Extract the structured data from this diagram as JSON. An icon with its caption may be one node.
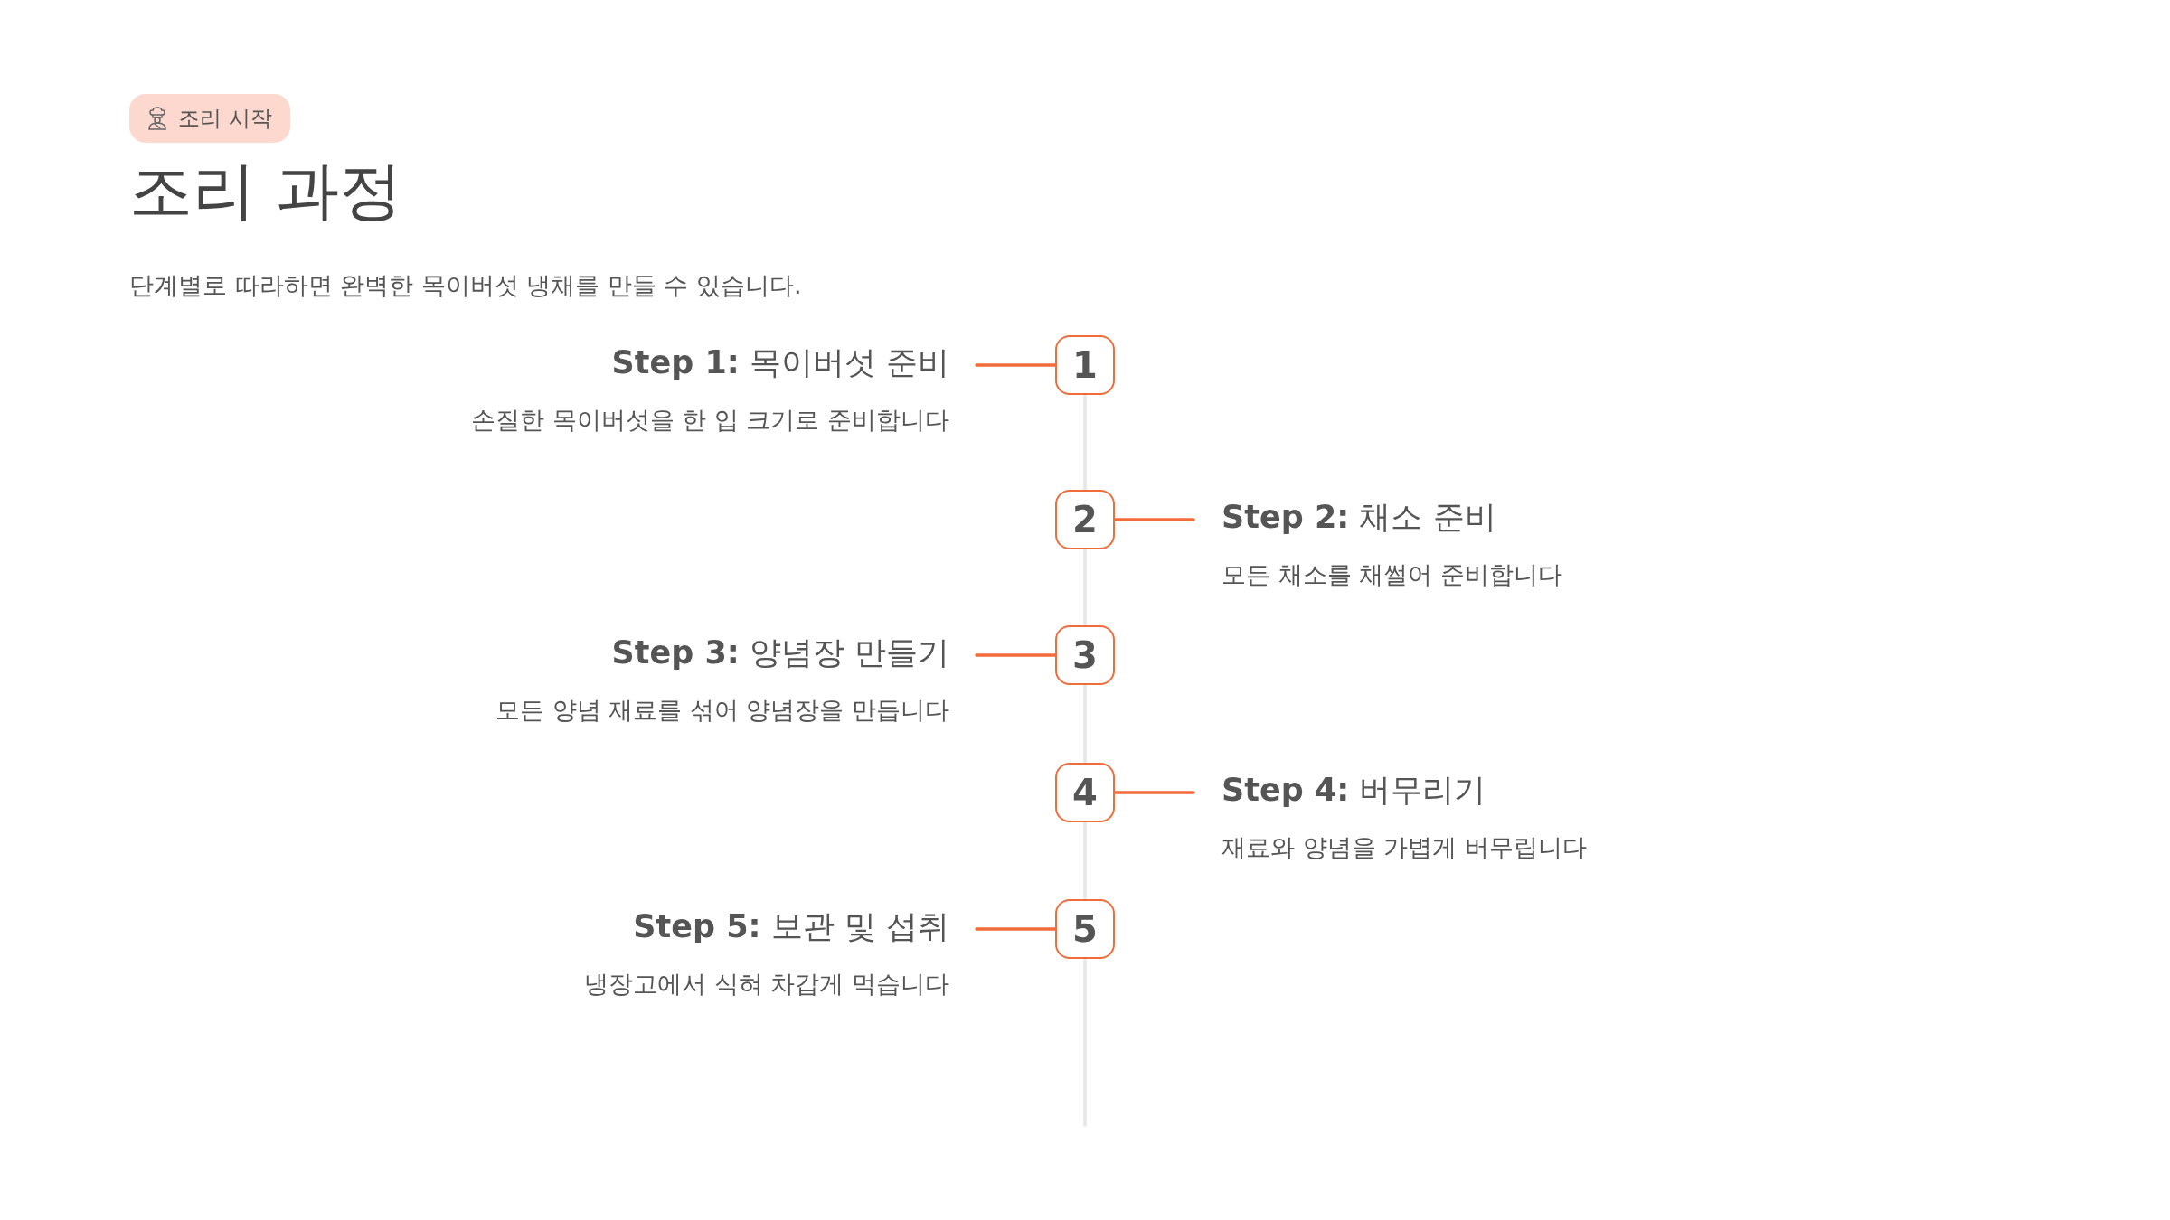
{
  "diagram": {
    "title": "조리 과정",
    "nodes": [
      {
        "text": [
          "조리 시작"
        ]
      },
      {
        "text": [
          "**Step 1:** 목이버섯 준비",
          "손질한 목이버섯을 한 입 크기로 준비합니다"
        ]
      },
      {
        "text": [
          "1"
        ]
      },
      {
        "text": [
          "2"
        ]
      },
      {
        "text": [
          "**Step 2:** 채소 준비",
          "모든 채소를 채썰어 준비합니다"
        ]
      },
      {
        "text": [
          "**Step 3:** 양념장 만들기",
          "모든 양념 재료를 섞어 양념장을 만듭니다"
        ]
      },
      {
        "text": [
          "3"
        ]
      },
      {
        "text": [
          "4"
        ]
      },
      {
        "text": [
          "**Step 4:** 버무리기",
          "재료와 양념을 가볍게 버무립니다"
        ]
      },
      {
        "text": [
          "**Step 5:** 보관 및 섭취",
          "냉장고에서 식혀 차갑게 먹습니다"
        ]
      },
      {
        "text": [
          "5"
        ]
      }
    ],
    "edges": [
      {
        "from": 2,
        "to": 1,
        "arrow": "none"
      },
      {
        "from": 2,
        "to": 3,
        "arrow": "none",
        "color": "#e8e8e8"
      },
      {
        "from": 3,
        "to": 4,
        "arrow": "none"
      },
      {
        "from": 3,
        "to": 6,
        "arrow": "none",
        "color": "#e8e8e8"
      },
      {
        "from": 6,
        "to": 5,
        "arrow": "none"
      },
      {
        "from": 6,
        "to": 7,
        "arrow": "none",
        "color": "#e8e8e8"
      },
      {
        "from": 7,
        "to": 8,
        "arrow": "none"
      },
      {
        "from": 7,
        "to": 10,
        "arrow": "none",
        "color": "#e8e8e8"
      },
      {
        "from": 10,
        "to": 9,
        "arrow": "none"
      },
      {
        "from": 10,
        "to": null,
        "arrow": "none",
        "color": "#e8e8e8"
      }
    ],
    "labels": [
      "단계별로 따라하면 완벽한 목이버섯 냉채를 만들 수 있습니다."
    ]
  }
}
